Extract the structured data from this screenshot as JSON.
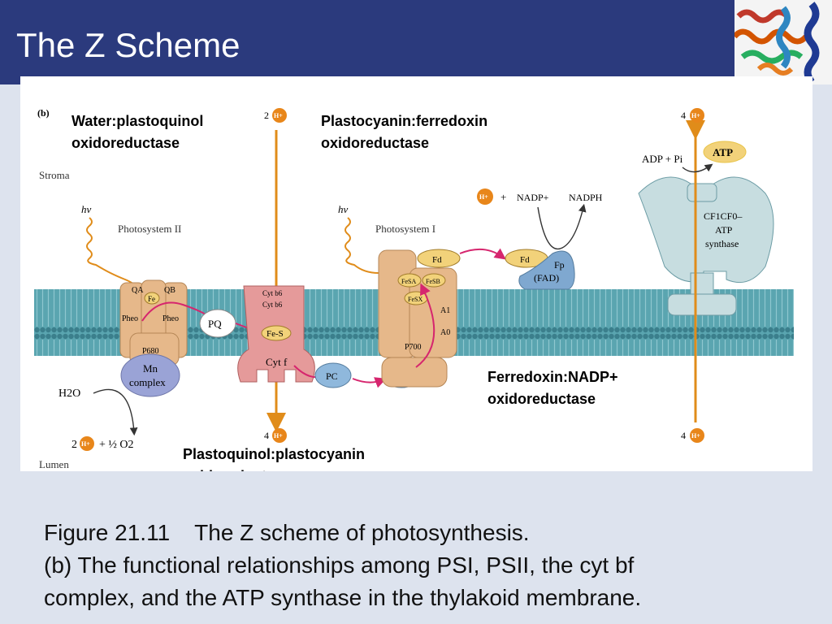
{
  "slide": {
    "title": "The Z Scheme",
    "caption_line1_fig": "Figure 21.11",
    "caption_line1_text": "The Z scheme of photosynthesis.",
    "caption_line2": "(b) The functional relationships among PSI, PSII, the cyt bf",
    "caption_line3": "complex, and the ATP synthase in the thylakoid membrane."
  },
  "diagram": {
    "panel_label": "(b)",
    "stroma": "Stroma",
    "lumen": "Lumen",
    "hv": "hν",
    "psii_name": "Photosystem II",
    "psi_name": "Photosystem I",
    "qa": "QA",
    "qb": "QB",
    "fe": "Fe",
    "pheo": "Pheo",
    "p680": "P680",
    "mn1": "Mn",
    "mn2": "complex",
    "h2o": "H2O",
    "pq": "PQ",
    "cytb6a": "Cyt b6",
    "cytb6b": "Cyt b6",
    "fes": "Fe-S",
    "cytf": "Cyt f",
    "pc": "PC",
    "fd": "Fd",
    "fesa": "FeSA",
    "fesb": "FeSB",
    "fesx": "FeSX",
    "a1": "A1",
    "a0": "A0",
    "p700": "P700",
    "fp": "Fp",
    "fad": "(FAD)",
    "hplus": "H+",
    "plus": "+",
    "nadp": "NADP+",
    "nadph": "NADPH",
    "adp": "ADP + Pi",
    "atp": "ATP",
    "synthase1": "CF1CF0–",
    "synthase2": "ATP",
    "synthase3": "synthase",
    "n2": "2",
    "n4": "4",
    "half_o2": "+ ½ O2",
    "labels": {
      "water_1": "Water:plastoquinol",
      "water_2": "oxidoreductase",
      "pcfd_1": "Plastocyanin:ferredoxin",
      "pcfd_2": "oxidoreductase",
      "fdnadp_1": "Ferredoxin:NADP+",
      "fdnadp_2": "oxidoreductase",
      "pqpc_1": "Plastoquinol:plastocyanin",
      "pqpc_2": "oxidoreductase"
    },
    "colors": {
      "membrane": "#5aa5b0",
      "protein_tan": "#e6b88a",
      "cytbf": "#e59a9a",
      "mn": "#9aa3d6",
      "pc": "#8fb8dc",
      "fd": "#f2d27a",
      "synthase": "#c7dde0",
      "hplus": "#e8861a",
      "arrow_orange": "#e08c1a",
      "electron": "#d6266e"
    }
  }
}
